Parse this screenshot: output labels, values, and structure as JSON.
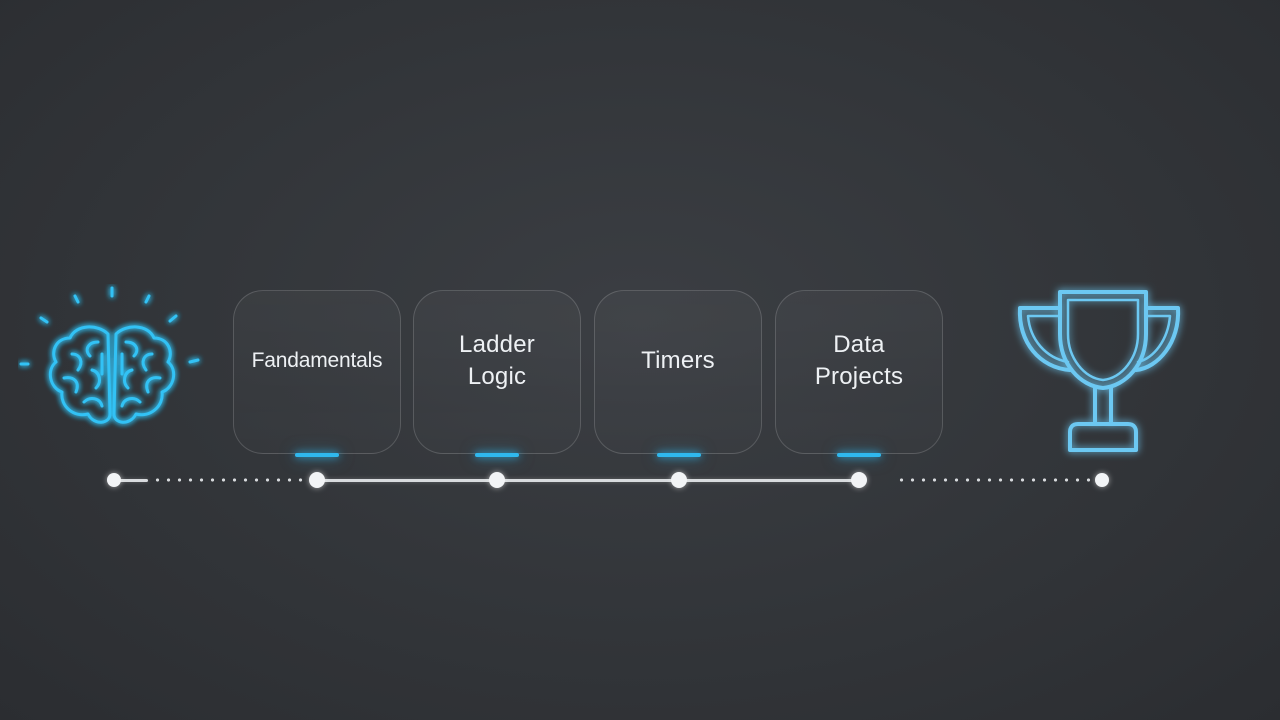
{
  "diagram": {
    "start_icon": "brain-icon",
    "end_icon": "trophy-icon",
    "steps": [
      {
        "label": "Fandamentals"
      },
      {
        "label": "Ladder\nLogic"
      },
      {
        "label": "Timers"
      },
      {
        "label": "Data\nProjects"
      }
    ]
  },
  "colors": {
    "background": "#323539",
    "accent": "#2fb8ee",
    "text": "#eef1f4",
    "track": "#d8dbde"
  }
}
